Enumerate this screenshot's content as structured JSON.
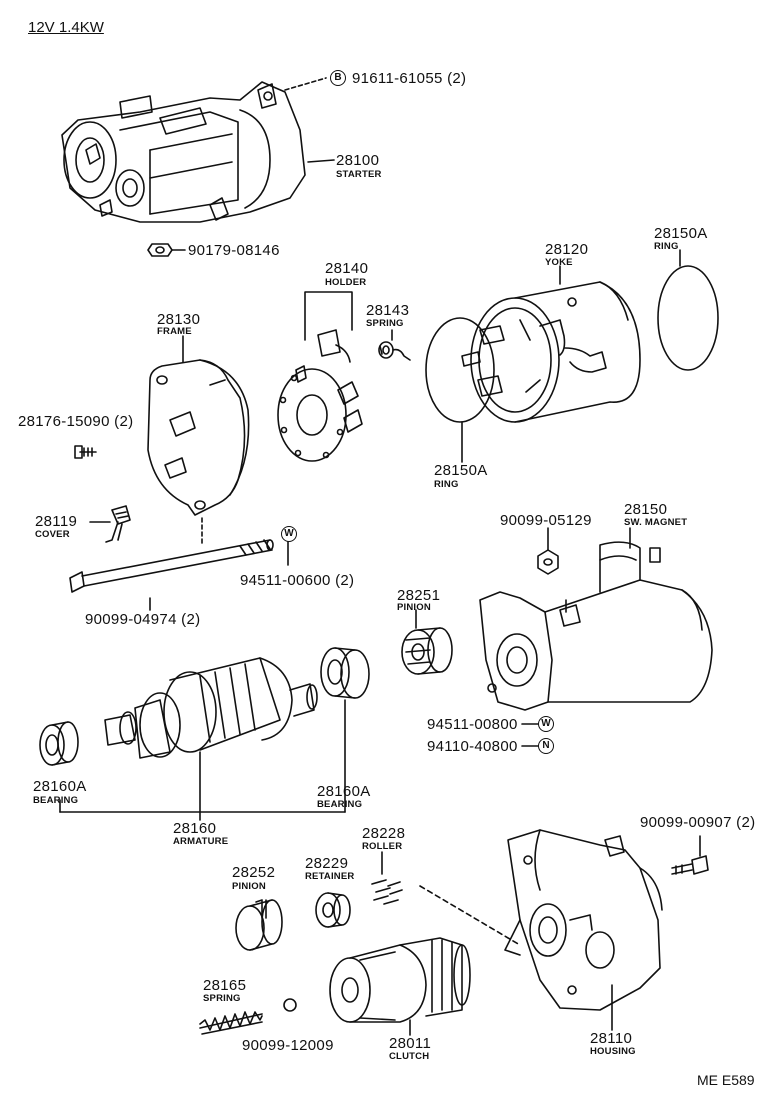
{
  "title": "12V 1.4KW",
  "page_code": "ME E589",
  "symbols": {
    "B": "B",
    "W": "W",
    "N": "N"
  },
  "parts": [
    {
      "id": "p1",
      "number": "91611-61055 (2)",
      "name": ""
    },
    {
      "id": "p2",
      "number": "28100",
      "name": "STARTER"
    },
    {
      "id": "p3",
      "number": "90179-08146",
      "name": ""
    },
    {
      "id": "p4",
      "number": "28140",
      "name": "HOLDER"
    },
    {
      "id": "p5",
      "number": "28120",
      "name": "YOKE"
    },
    {
      "id": "p6",
      "number": "28150A",
      "name": "RING"
    },
    {
      "id": "p7",
      "number": "28130",
      "name": "FRAME"
    },
    {
      "id": "p8",
      "number": "28143",
      "name": "SPRING"
    },
    {
      "id": "p9",
      "number": "28176-15090 (2)",
      "name": ""
    },
    {
      "id": "p10",
      "number": "28150A",
      "name": "RING"
    },
    {
      "id": "p11",
      "number": "28119",
      "name": "COVER"
    },
    {
      "id": "p12",
      "number": "90099-05129",
      "name": ""
    },
    {
      "id": "p13",
      "number": "28150",
      "name": "SW. MAGNET"
    },
    {
      "id": "p14",
      "number": "94511-00600 (2)",
      "name": ""
    },
    {
      "id": "p15",
      "number": "90099-04974 (2)",
      "name": ""
    },
    {
      "id": "p16",
      "number": "28251",
      "name": "PINION"
    },
    {
      "id": "p17",
      "number": "94511-00800",
      "name": ""
    },
    {
      "id": "p18",
      "number": "94110-40800",
      "name": ""
    },
    {
      "id": "p19",
      "number": "28160A",
      "name": "BEARING"
    },
    {
      "id": "p20",
      "number": "28160A",
      "name": "BEARING"
    },
    {
      "id": "p21",
      "number": "28160",
      "name": "ARMATURE"
    },
    {
      "id": "p22",
      "number": "90099-00907 (2)",
      "name": ""
    },
    {
      "id": "p23",
      "number": "28228",
      "name": "ROLLER"
    },
    {
      "id": "p24",
      "number": "28252",
      "name": "PINION"
    },
    {
      "id": "p25",
      "number": "28229",
      "name": "RETAINER"
    },
    {
      "id": "p26",
      "number": "28165",
      "name": "SPRING"
    },
    {
      "id": "p27",
      "number": "90099-12009",
      "name": ""
    },
    {
      "id": "p28",
      "number": "28011",
      "name": "CLUTCH"
    },
    {
      "id": "p29",
      "number": "28110",
      "name": "HOUSING"
    }
  ]
}
